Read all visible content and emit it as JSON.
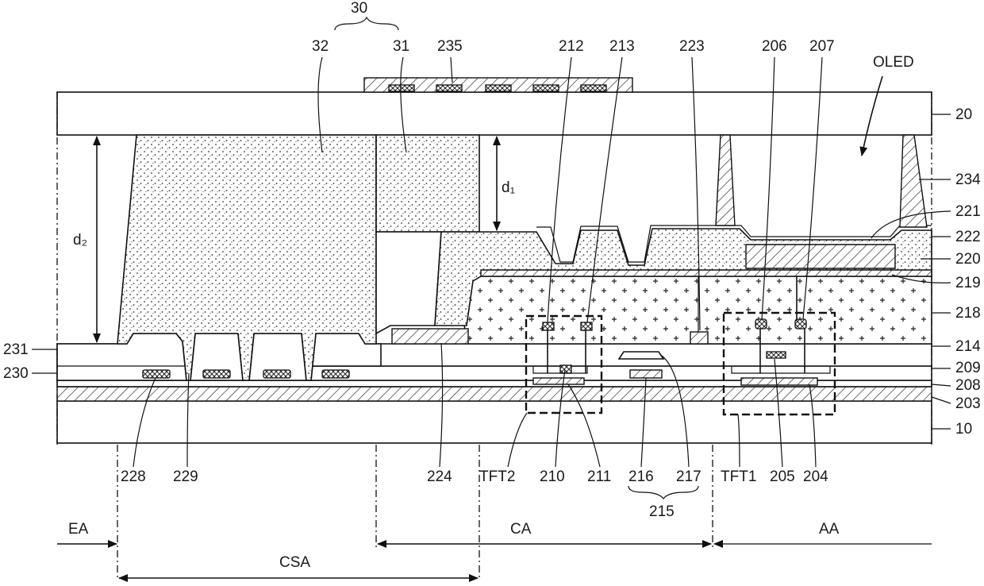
{
  "labels": {
    "l30": "30",
    "l32": "32",
    "l31": "31",
    "l235": "235",
    "l212": "212",
    "l213": "213",
    "l223": "223",
    "l206": "206",
    "l207": "207",
    "oled": "OLED",
    "l20": "20",
    "l234": "234",
    "l221": "221",
    "l222": "222",
    "l220": "220",
    "l219": "219",
    "l218": "218",
    "l214": "214",
    "l209": "209",
    "l208": "208",
    "l203": "203",
    "l10": "10",
    "l231": "231",
    "l230": "230",
    "d1": "d₁",
    "d2": "d₂",
    "l228": "228",
    "l229": "229",
    "l224": "224",
    "tft2": "TFT2",
    "l210": "210",
    "l211": "211",
    "l216": "216",
    "l217": "217",
    "tft1": "TFT1",
    "l205": "205",
    "l204": "204",
    "l215": "215",
    "ea": "EA",
    "ca": "CA",
    "aa": "AA",
    "csa": "CSA"
  }
}
